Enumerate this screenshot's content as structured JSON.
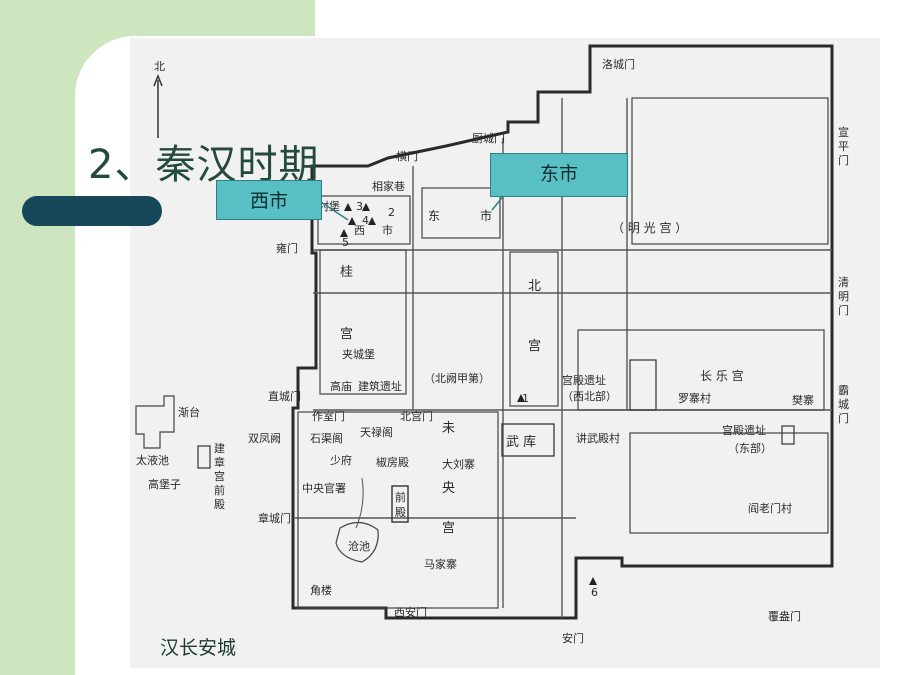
{
  "slide": {
    "title": "2、秦汉时期",
    "caption": "汉长安城",
    "callout_west": "西市",
    "callout_east": "东市"
  },
  "map": {
    "north": "北",
    "gates": {
      "luocheng": "洛城门",
      "chucheng": "厨城门",
      "heng": "横门",
      "yong": "雍门",
      "zhicheng": "直城门",
      "xuanping": "宣平门",
      "qingming": "清明门",
      "bacheng": "霸城门",
      "fuang": "覆盎门",
      "an": "安门",
      "xian": "西安门",
      "zhangcheng": "章城门",
      "beigong": "北宫门",
      "zuoshi": "作室门"
    },
    "labels": {
      "xiangjiaxiang": "相家巷",
      "cunpu": "村堡",
      "xi": "西",
      "shi": "市",
      "dong": "东",
      "dongshi_shi": "市",
      "mingguang": "（ 明     光     宫 ）",
      "gui": "桂",
      "gong": "宫",
      "bei": "北",
      "bei_gong": "宫",
      "jiachengpu": "夹城堡",
      "gaomiao": "高庙",
      "jianzhu": "建筑遗址",
      "beique": "（北阙甲第）",
      "gongdian_xb": "宫殿遗址",
      "xibeibu": "（西北部）",
      "luozhai": "罗寨村",
      "changle": "长    乐    宫",
      "fanzhai": "樊寨",
      "qudaitai": "渐台",
      "shuangfeng": "双凤阙",
      "taiye": "太液池",
      "gaopuzi": "高堡子",
      "jianzhang": "建章宫前殿",
      "shiqu": "石渠阁",
      "tianlu": "天禄阁",
      "shaofu": "少府",
      "jiaofang": "椒房殿",
      "zhongyang": "中央官署",
      "wei": "未",
      "yang": "央",
      "wei_gong": "宫",
      "daliu": "大刘寨",
      "qian": "前",
      "dian": "殿",
      "wuku": "武  库",
      "jiangwu": "讲武殿村",
      "gongdian_db": "宫殿遗址",
      "dongbu": "（东部）",
      "yanlaomen": "阎老门村",
      "cangchi": "沧池",
      "majiazhai": "马家寨",
      "jiaolou": "角楼",
      "n1": "1",
      "n2": "2",
      "n3": "3",
      "n4": "4",
      "n5": "5",
      "n6": "6"
    }
  }
}
